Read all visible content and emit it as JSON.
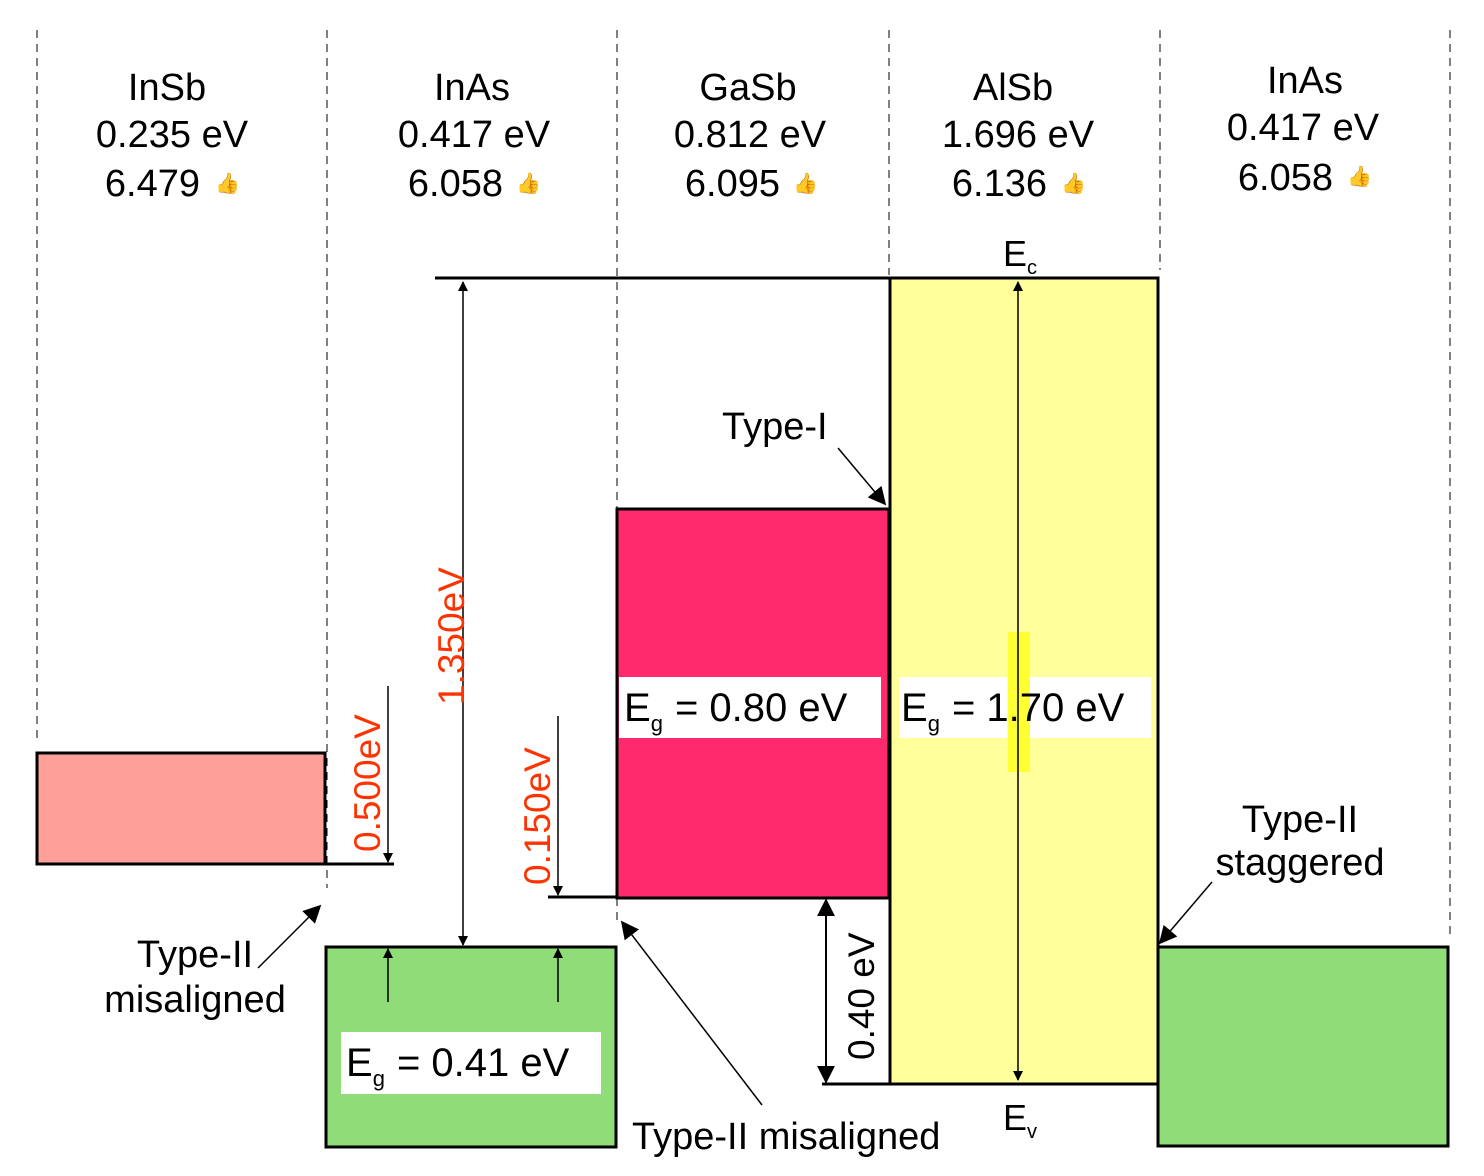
{
  "materials": [
    {
      "name": "InSb",
      "gap": "0.235 eV",
      "lattice": "6.479",
      "color": "#ff9f9a"
    },
    {
      "name": "InAs",
      "gap": "0.417 eV",
      "lattice": "6.058",
      "color": "#90dc78"
    },
    {
      "name": "GaSb",
      "gap": "0.812 eV",
      "lattice": "6.095",
      "color": "#ff2a6e"
    },
    {
      "name": "AlSb",
      "gap": "1.696 eV",
      "lattice": "6.136",
      "color": "#ffff9c"
    },
    {
      "name": "InAs",
      "gap": "0.417 eV",
      "lattice": "6.058",
      "color": "#90dc78"
    }
  ],
  "lattice_unit_icon": "thumbs-up-icon",
  "band_levels": {
    "conduction": "E",
    "conduction_sub": "c",
    "valence": "E",
    "valence_sub": "v"
  },
  "gap_labels": {
    "inas": {
      "main": "E",
      "sub": "g",
      "value": "= 0.41 eV"
    },
    "gasb": {
      "main": "E",
      "sub": "g",
      "value": "= 0.80 eV"
    },
    "alsb": {
      "main": "E",
      "sub": "g",
      "value": "= 1.70 eV"
    }
  },
  "offsets": {
    "left_offset": "0.500eV",
    "total_offset": "1.350eV",
    "mid_offset": "0.150eV",
    "valence_offset": "0.40 eV",
    "offset_color": "#ff3300"
  },
  "type_labels": {
    "type_i": "Type-I",
    "type_ii_left_line1": "Type-II",
    "type_ii_left_line2": "misaligned",
    "type_ii_bottom": "Type-II misaligned",
    "type_ii_staggered_line1": "Type-II",
    "type_ii_staggered_line2": "staggered"
  },
  "colors": {
    "line": "#000000",
    "text": "#000000"
  }
}
